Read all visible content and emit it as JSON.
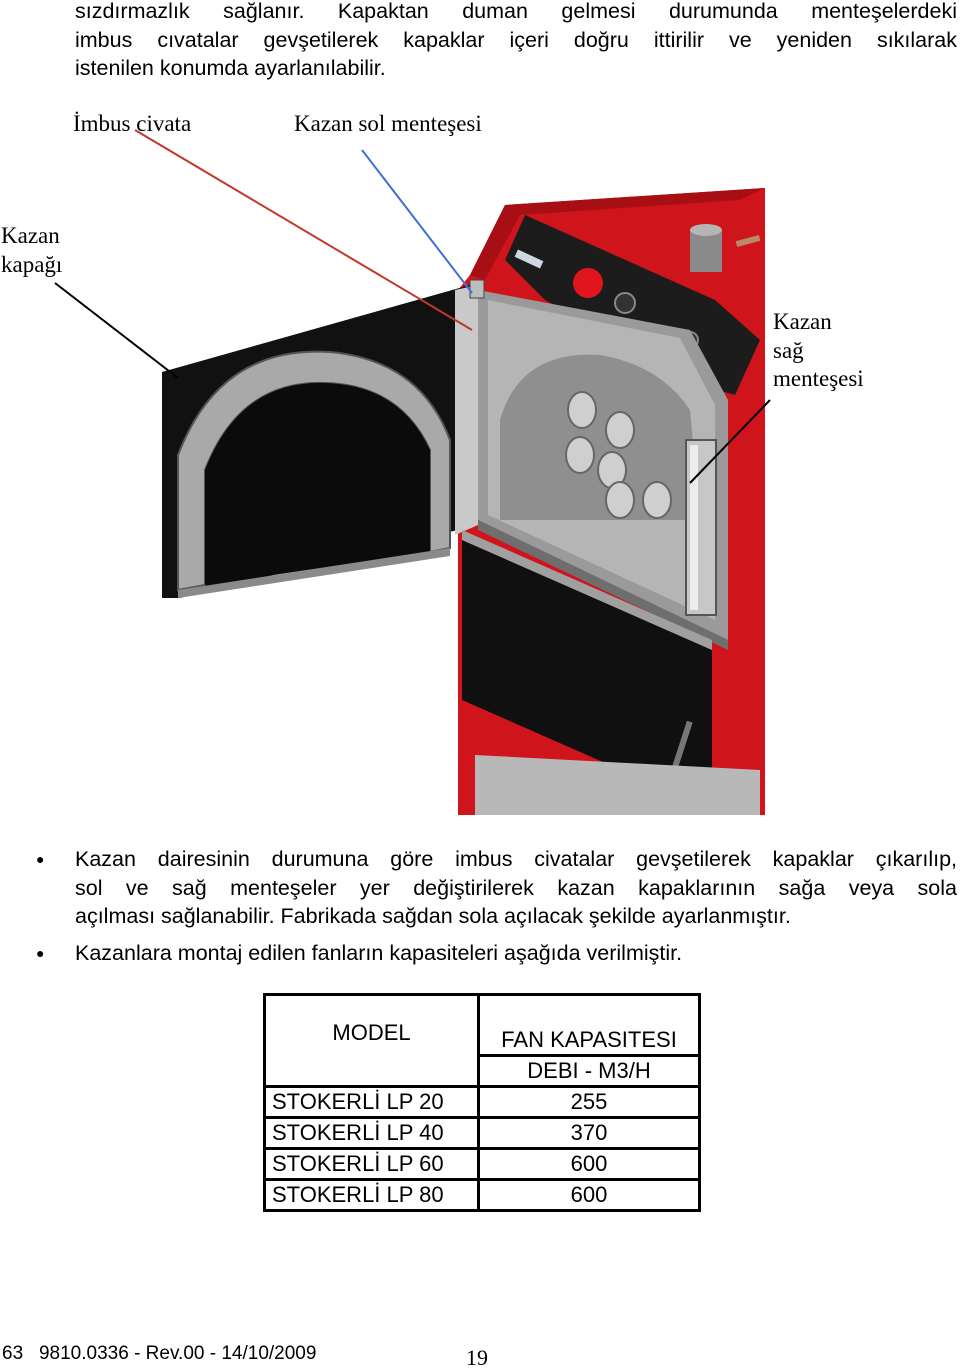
{
  "intro": {
    "lines": [
      "sızdırmazlık sağlanır. Kapaktan duman gelmesi durumunda menteşelerdeki",
      "imbus cıvatalar gevşetilerek kapaklar içeri doğru ittirilir ve yeniden sıkılarak",
      "istenilen konumda ayarlanılabilir."
    ]
  },
  "figure": {
    "labels": {
      "imbus": "İmbus civata",
      "sol_mentese": "Kazan sol menteşesi",
      "kapak_1": "Kazan",
      "kapak_2": "kapağı",
      "sag_1": "Kazan",
      "sag_2": "sağ",
      "sag_3": "menteşesi"
    },
    "colors": {
      "boiler_red": "#d0141c",
      "door_black": "#111111",
      "arch_grey": "#a9a9a9",
      "leader_red": "#c0392b",
      "leader_blue": "#3f6fd8"
    }
  },
  "bullets": [
    {
      "lines": [
        "Kazan dairesinin durumuna göre imbus civatalar gevşetilerek kapaklar çıkarılıp,",
        "sol ve sağ menteşeler yer değiştirilerek kazan kapaklarının sağa veya sola",
        "açılması sağlanabilir. Fabrikada sağdan sola açılacak şekilde ayarlanmıştır."
      ]
    },
    {
      "lines": [
        "Kazanlara montaj edilen fanların kapasiteleri aşağıda verilmiştir."
      ]
    }
  ],
  "table": {
    "header_model": "MODEL",
    "header_fan": "FAN KAPASITESI",
    "header_unit": "DEBI - M3/H",
    "rows": [
      {
        "model": "STOKERLİ LP 20",
        "value": "255"
      },
      {
        "model": "STOKERLİ LP 40",
        "value": "370"
      },
      {
        "model": "STOKERLİ LP 60",
        "value": "600"
      },
      {
        "model": "STOKERLİ LP 80",
        "value": "600"
      }
    ]
  },
  "footer": {
    "doc_ref": "63   9810.0336 - Rev.00 - 14/10/2009",
    "page": "19"
  }
}
